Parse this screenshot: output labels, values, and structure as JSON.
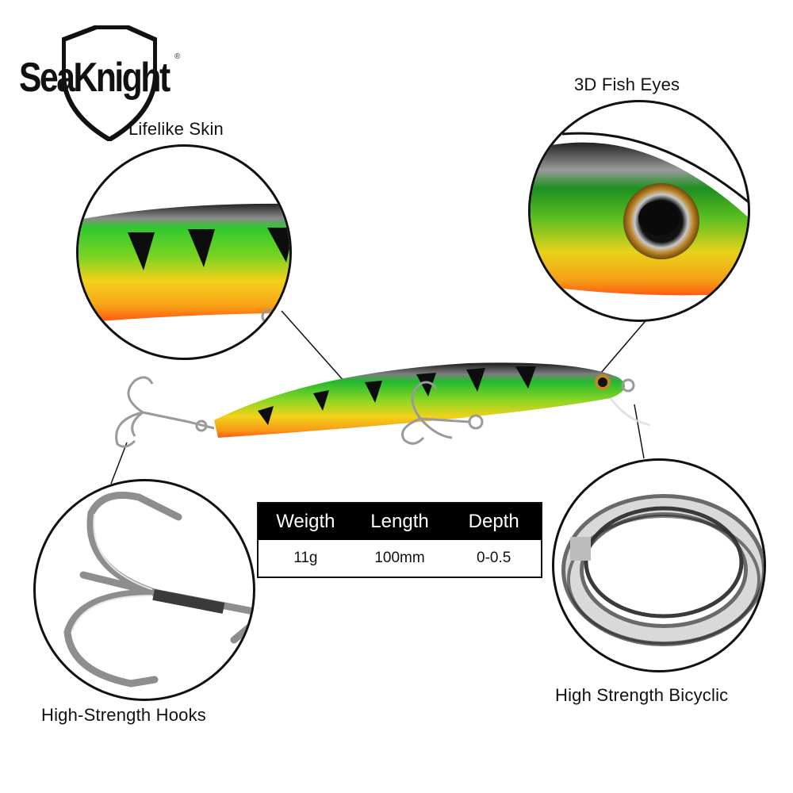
{
  "brand": {
    "name": "SeaKnight",
    "registered_mark": "®",
    "icon": "shield-icon"
  },
  "callouts": [
    {
      "label": "Lifelike Skin",
      "icon": "lure-skin-closeup"
    },
    {
      "label": "3D Fish Eyes",
      "icon": "fish-eye-closeup"
    },
    {
      "label": "High-Strength Hooks",
      "icon": "treble-hook-closeup"
    },
    {
      "label": "High Strength Bicyclic",
      "icon": "split-ring-closeup"
    }
  ],
  "specs": {
    "headers": [
      "Weigth",
      "Length",
      "Depth"
    ],
    "values": [
      "11g",
      "100mm",
      "0-0.5"
    ]
  },
  "colors": {
    "lure_green": "#2fbf2a",
    "lure_yellow": "#f2d21a",
    "lure_orange": "#ff5a14",
    "lure_back": "#1a1a1a",
    "metal": "#b8b8b8"
  }
}
